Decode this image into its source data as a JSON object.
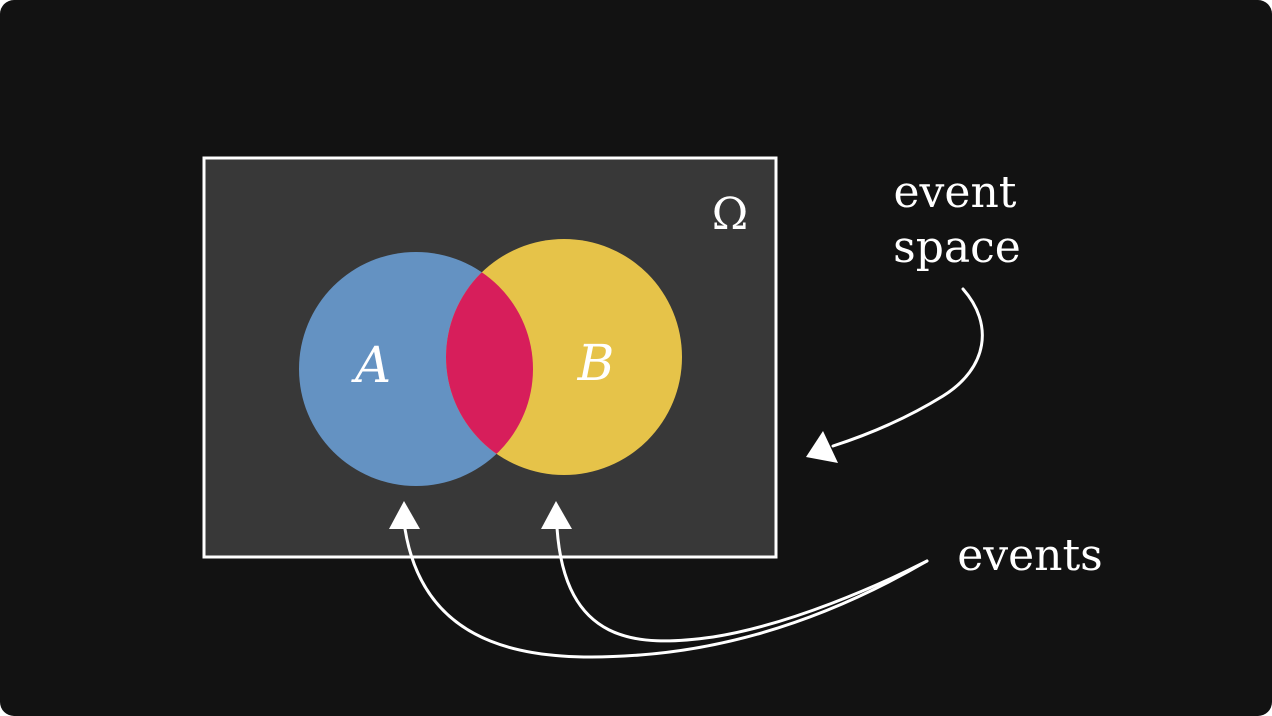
{
  "diagram": {
    "universe_symbol": "Ω",
    "event_a_label": "A",
    "event_b_label": "B",
    "event_space_label_line1": "event",
    "event_space_label_line2": "space",
    "events_label": "events"
  },
  "colors": {
    "background": "#121212",
    "event_space_fill": "#383838",
    "event_space_stroke": "#ffffff",
    "event_a": "#6492C2",
    "event_b": "#E6C349",
    "intersection": "#D71E5B",
    "text": "#ffffff",
    "arrows": "#ffffff"
  }
}
